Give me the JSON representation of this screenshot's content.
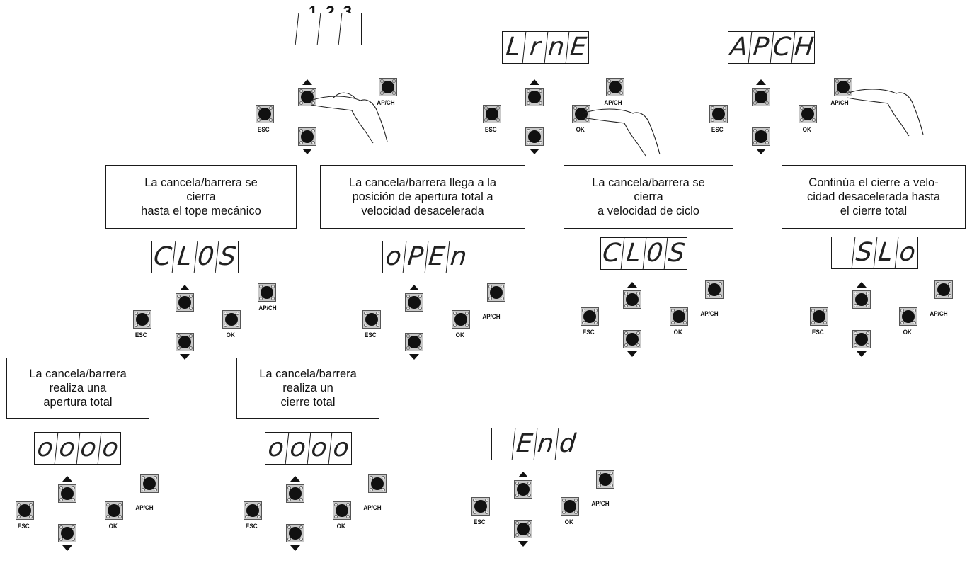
{
  "title": "1 2 3",
  "labels": {
    "esc": "ESC",
    "ok": "OK",
    "apch": "AP/CH"
  },
  "displays": {
    "d1": [
      "",
      "",
      "",
      ""
    ],
    "d2": [
      "L",
      "r",
      "n",
      "E"
    ],
    "d3": [
      "A",
      "P",
      "C",
      "H"
    ],
    "d4": [
      "C",
      "L",
      "0",
      "S"
    ],
    "d5": [
      "o",
      "P",
      "E",
      "n"
    ],
    "d6": [
      "C",
      "L",
      "0",
      "S"
    ],
    "d7": [
      "",
      "S",
      "L",
      "o"
    ],
    "d8": [
      "o",
      "o",
      "o",
      "o"
    ],
    "d9": [
      "o",
      "o",
      "o",
      "o"
    ],
    "d10": [
      "",
      "E",
      "n",
      "d"
    ]
  },
  "captions": {
    "c1": "La cancela/barrera se\ncierra\nhasta el tope mecánico",
    "c2": "La cancela/barrera llega a la\nposición de apertura total a\nvelocidad desacelerada",
    "c3": "La cancela/barrera se\ncierra\na velocidad de ciclo",
    "c4": "Continúa el cierre a velo-\ncidad desacelerada hasta\nel cierre total",
    "c5": "La cancela/barrera\nrealiza una\napertura total",
    "c6": "La cancela/barrera\nrealiza un\ncierre total"
  }
}
